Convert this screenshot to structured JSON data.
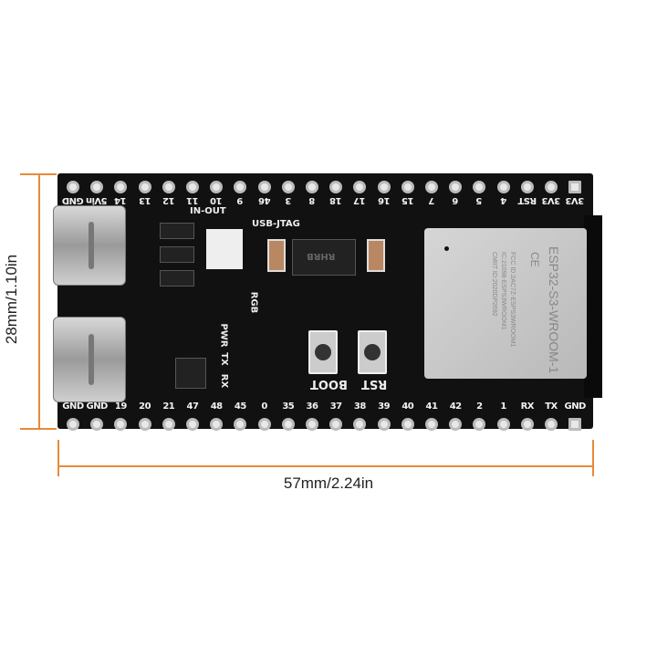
{
  "board": {
    "top_pins": [
      "GND",
      "5Vin",
      "14",
      "13",
      "12",
      "11",
      "10",
      "9",
      "46",
      "3",
      "8",
      "18",
      "17",
      "16",
      "15",
      "7",
      "6",
      "5",
      "4",
      "RST",
      "3V3",
      "3V3"
    ],
    "bottom_pins": [
      "GND",
      "GND",
      "19",
      "20",
      "21",
      "47",
      "48",
      "45",
      "0",
      "35",
      "36",
      "37",
      "38",
      "39",
      "40",
      "41",
      "42",
      "2",
      "1",
      "RX",
      "TX",
      "GND"
    ],
    "silkscreen": {
      "in_out": "IN-OUT",
      "usb_jtag": "USB-JTAG",
      "rgb": "RGB",
      "pwr": "PWR",
      "tx": "TX",
      "rx": "RX",
      "boot": "BOOT",
      "rst": "RST",
      "regulator": "RHRB"
    },
    "module": {
      "name": "ESP32-S3-WROOM-1",
      "ce": "CE",
      "fcc": "FCC ID:2AC7Z-ESPS3WROOM1",
      "ic": "IC:21098-ESPS3WROOM1",
      "cmiit": "CMIIT ID:2020DP2692"
    }
  },
  "dimensions": {
    "height_label": "28mm/1.10in",
    "width_label": "57mm/2.24in"
  },
  "colors": {
    "dimension_line": "#e88a3a",
    "pcb": "#111111"
  }
}
